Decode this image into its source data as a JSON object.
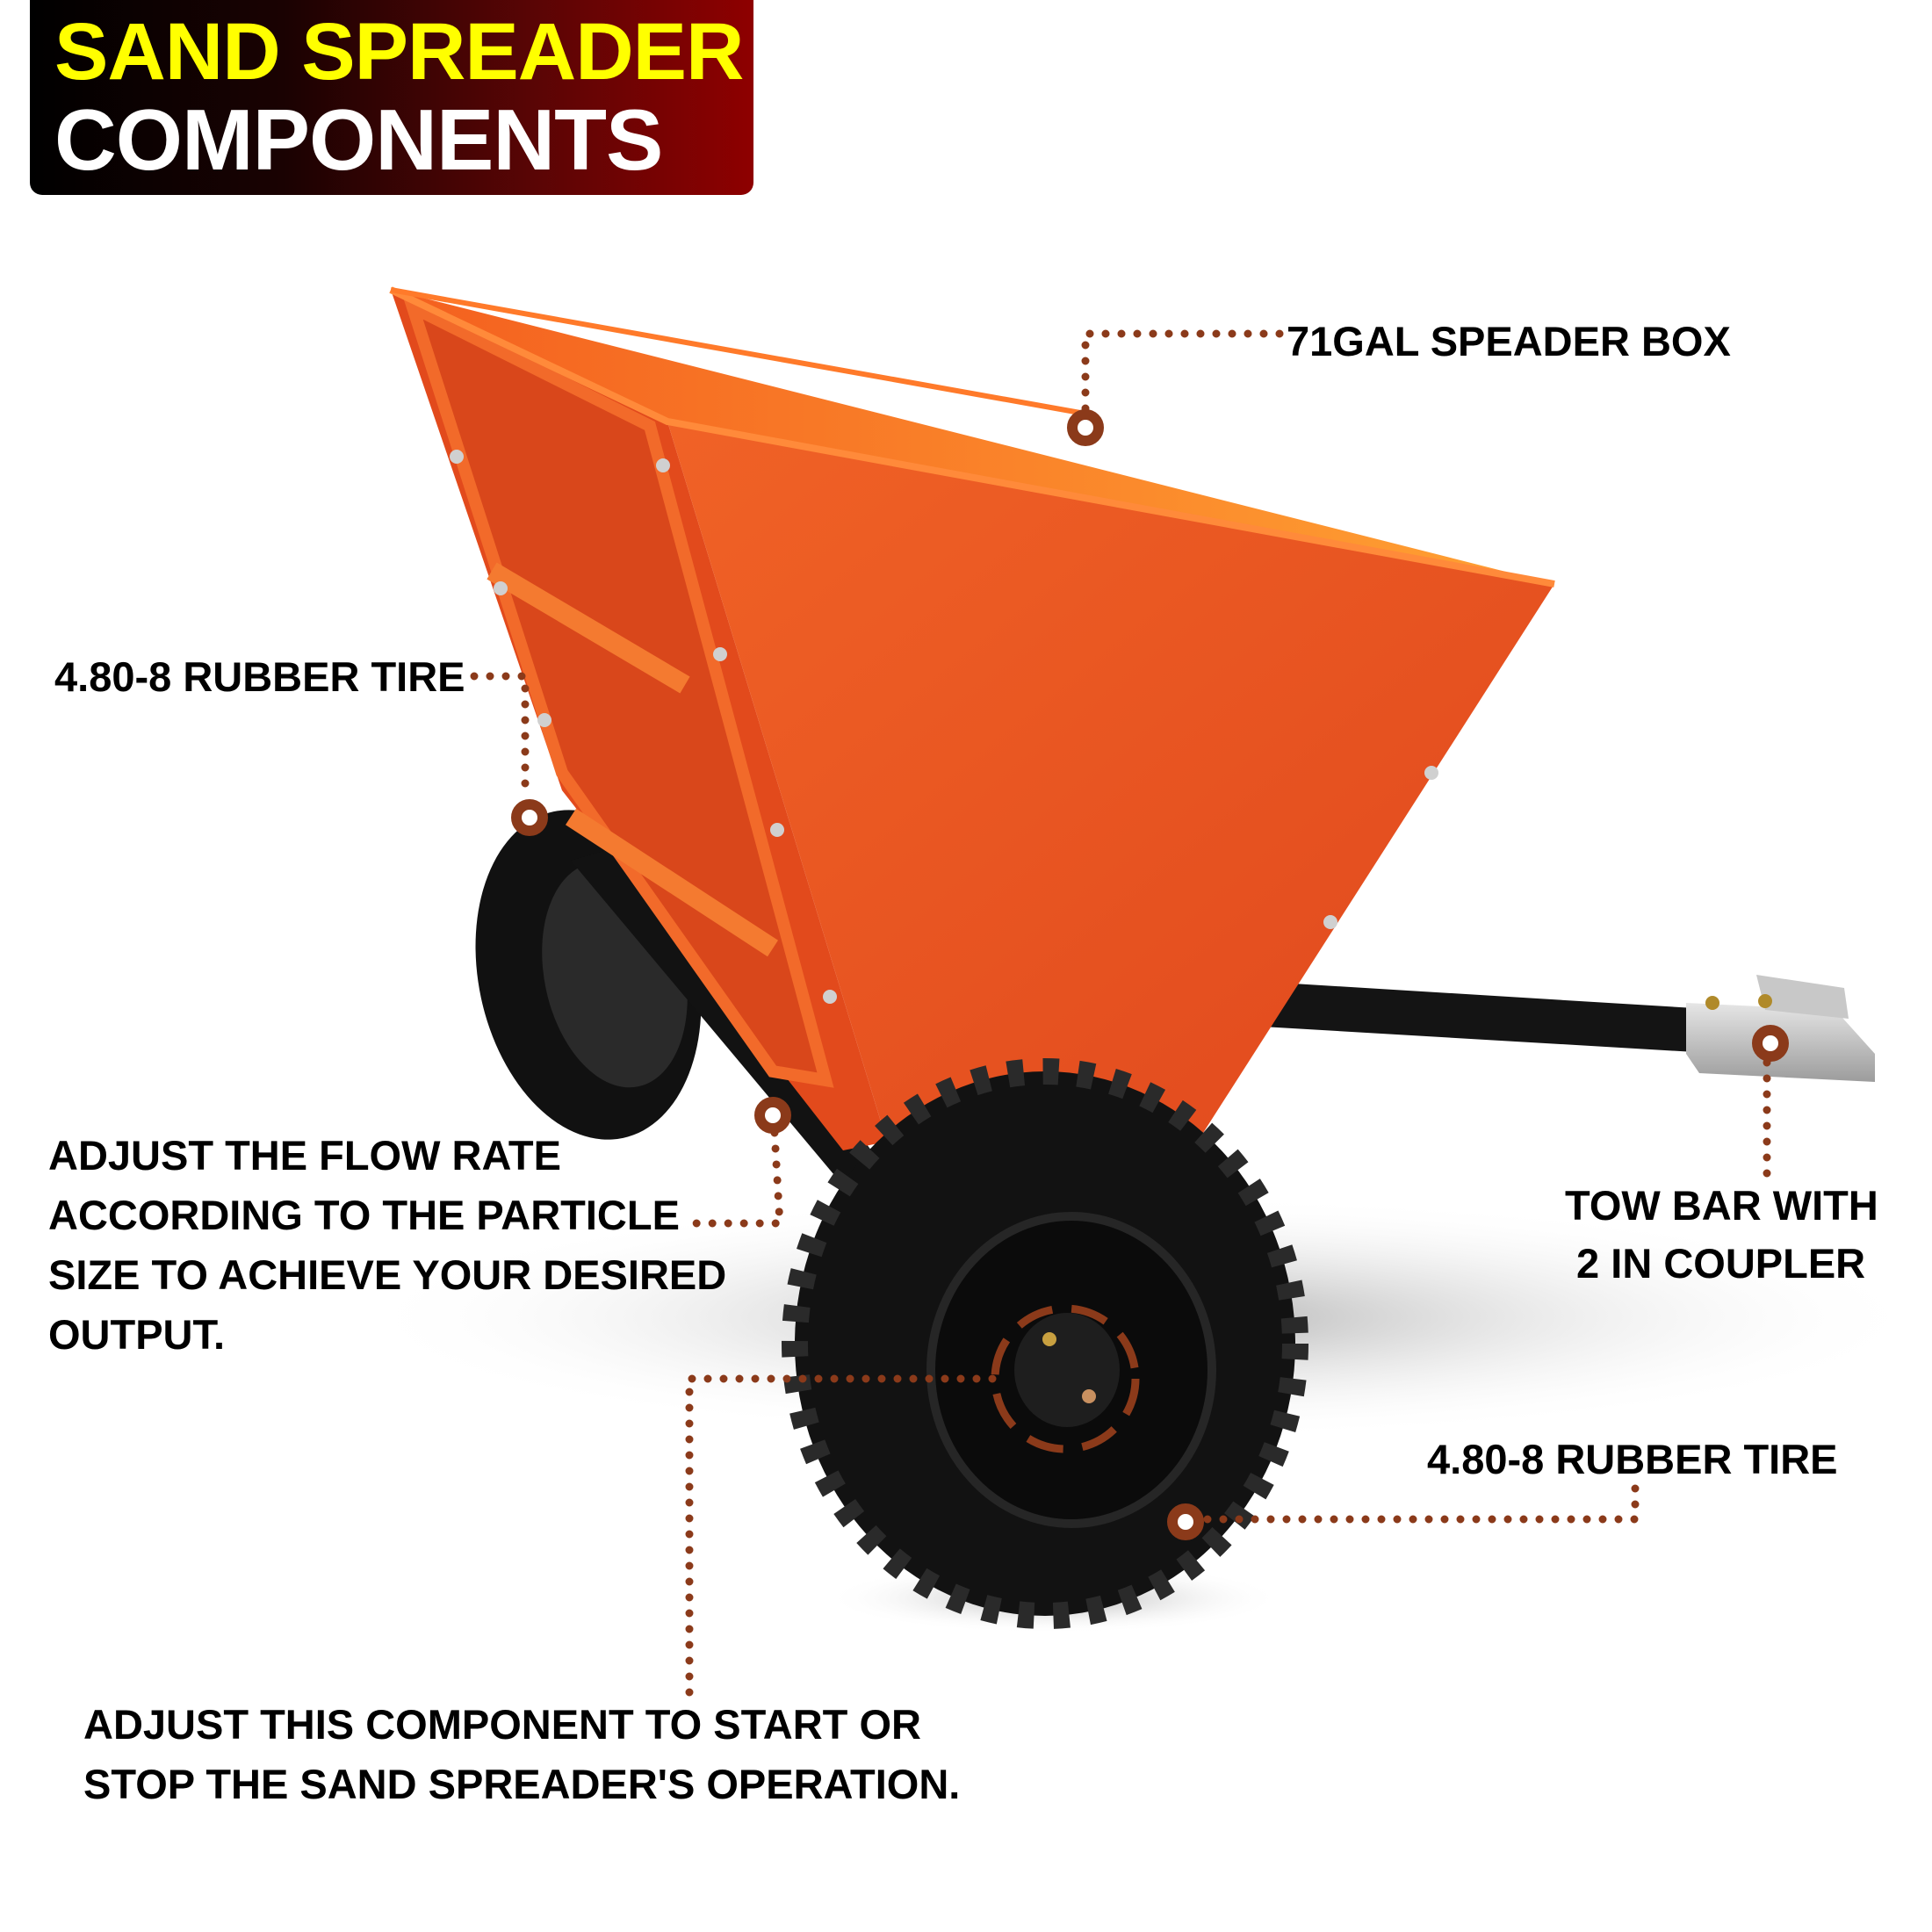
{
  "title": {
    "line1": "SAND SPREADER",
    "line2": "COMPONENTS",
    "line1_color": "#ffff00",
    "line2_color": "#ffffff",
    "gradient": [
      "#000000",
      "#8e0000"
    ]
  },
  "product": {
    "name": "Sand Spreader",
    "hopper_color": "#e8521f",
    "frame_color": "#111111",
    "tire_color": "#151515"
  },
  "callouts": [
    {
      "id": "spreader-box",
      "text": "71GAL SPEADER BOX"
    },
    {
      "id": "rear-tire",
      "text": "4.80-8 RUBBER TIRE"
    },
    {
      "id": "flow-rate",
      "text": "ADJUST THE FLOW RATE\nACCORDING TO THE PARTICLE\nSIZE TO ACHIEVE YOUR DESIRED\nOUTPUT."
    },
    {
      "id": "tow-bar",
      "text": "TOW BAR WITH\n 2 IN COUPLER"
    },
    {
      "id": "front-tire",
      "text": "4.80-8 RUBBER TIRE"
    },
    {
      "id": "start-stop",
      "text": "ADJUST THIS COMPONENT TO START OR\nSTOP THE SAND SPREADER'S OPERATION."
    }
  ],
  "marker_color": "#8b3a1a"
}
